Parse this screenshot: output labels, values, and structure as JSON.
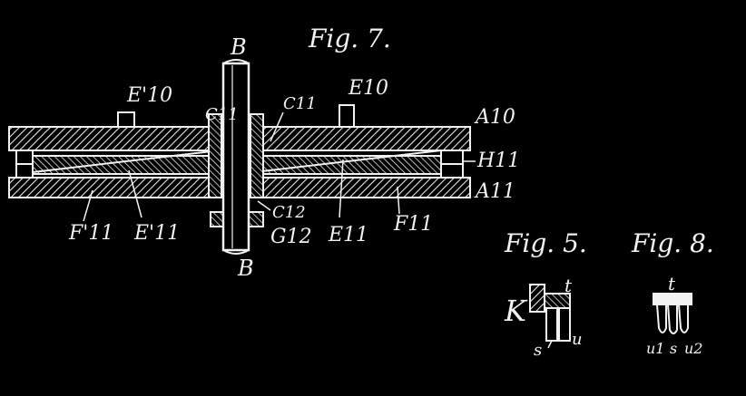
{
  "colors": {
    "background": "#000000",
    "ink": "#f2f2f2"
  },
  "figures": {
    "fig7": {
      "title": "Fig. 7.",
      "labels": {
        "B_top": "B",
        "B_bottom": "B",
        "E10p": "E'10",
        "E10": "E10",
        "C11_left": "C11",
        "C11_right": "C11",
        "A10": "A10",
        "H11": "H11",
        "A11": "A11",
        "C12": "C12",
        "G12": "G12",
        "F11p": "F'11",
        "E11p": "E'11",
        "E11": "E11",
        "F11": "F11"
      }
    },
    "fig5": {
      "title": "Fig. 5.",
      "labels": {
        "K": "K",
        "t": "t",
        "s": "s",
        "u": "u"
      }
    },
    "fig8": {
      "title": "Fig. 8.",
      "labels": {
        "t": "t",
        "u1": "u1",
        "s": "s",
        "u2": "u2"
      }
    }
  }
}
